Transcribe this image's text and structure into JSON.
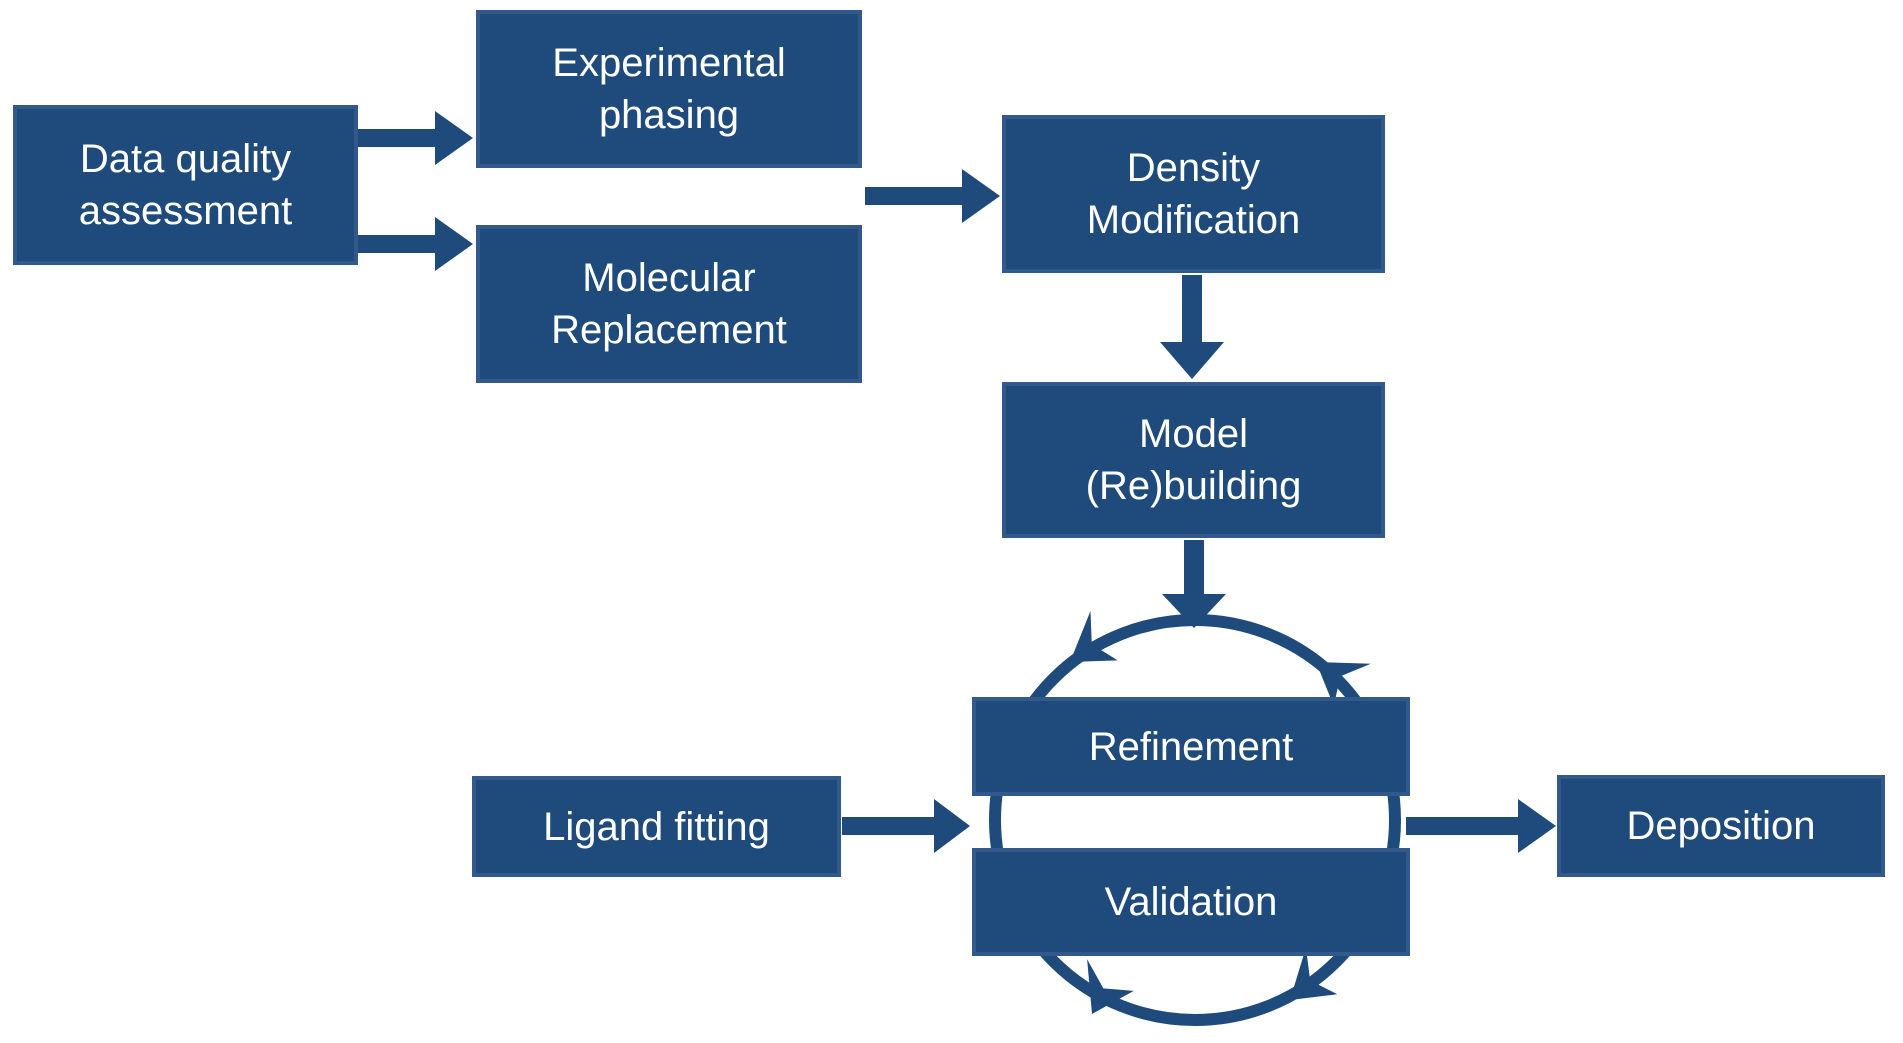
{
  "diagram": {
    "type": "flowchart",
    "background_color": "#ffffff",
    "node_fill_color": "#1f4b7c",
    "node_border_color": "#32598c",
    "arrow_color": "#1f4b7c",
    "text_color": "#ffffff",
    "nodes": {
      "data_quality": {
        "label": "Data quality\nassessment"
      },
      "experimental_phasing": {
        "label": "Experimental\nphasing"
      },
      "molecular_replacement": {
        "label": "Molecular\nReplacement"
      },
      "density_modification": {
        "label": "Density\nModification"
      },
      "model_rebuilding": {
        "label": "Model\n(Re)building"
      },
      "refinement": {
        "label": "Refinement"
      },
      "validation": {
        "label": "Validation"
      },
      "ligand_fitting": {
        "label": "Ligand fitting"
      },
      "deposition": {
        "label": "Deposition"
      }
    },
    "edges": [
      {
        "from": "data_quality",
        "to": "experimental_phasing"
      },
      {
        "from": "data_quality",
        "to": "molecular_replacement"
      },
      {
        "from": "experimental_phasing / molecular_replacement",
        "to": "density_modification"
      },
      {
        "from": "density_modification",
        "to": "model_rebuilding"
      },
      {
        "from": "model_rebuilding",
        "to": "refinement_validation_cycle"
      },
      {
        "from": "ligand_fitting",
        "to": "refinement_validation_cycle"
      },
      {
        "from": "refinement_validation_cycle",
        "to": "deposition"
      }
    ],
    "cycle": {
      "members": [
        "refinement",
        "validation"
      ],
      "shape": "circular-arrows"
    }
  }
}
